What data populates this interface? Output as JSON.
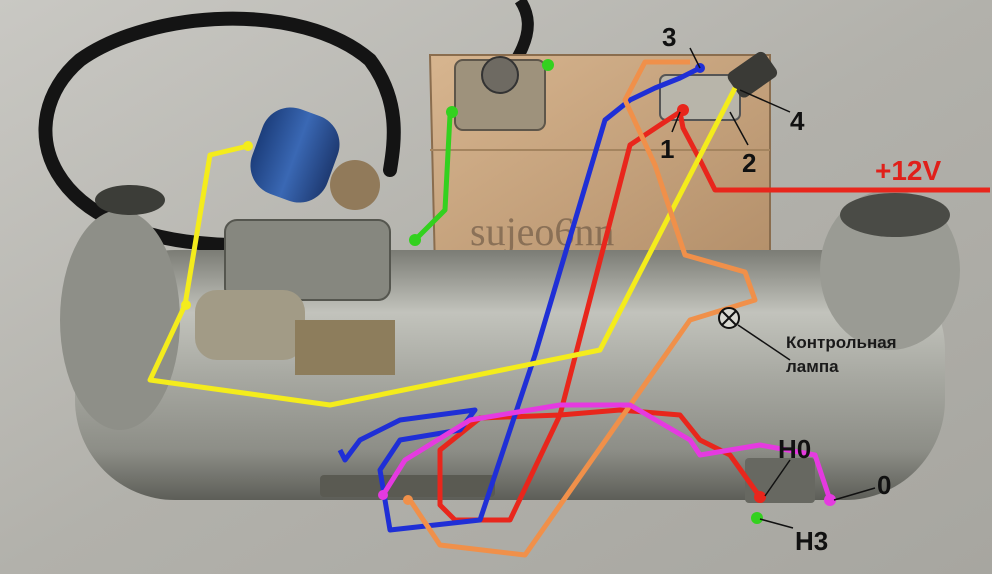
{
  "labels": {
    "t3": "3",
    "t4": "4",
    "t1": "1",
    "t2": "2",
    "power": "+12V",
    "lamp_line1": "Контрольная",
    "lamp_line2": "лампа",
    "h0": "Н0",
    "h3": "Н3",
    "zero": "0"
  },
  "box_text": "sujeo6nn",
  "wire_colors": {
    "red": "#e8261c",
    "blue": "#1f2fd6",
    "yellow": "#f4ec1c",
    "green": "#33d11f",
    "orange": "#f0904a",
    "magenta": "#e53ae0"
  }
}
